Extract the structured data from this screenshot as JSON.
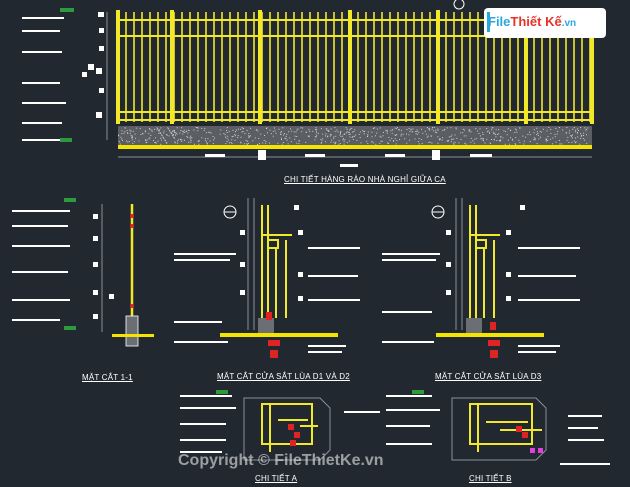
{
  "logo": {
    "file": "File",
    "thiet_ke": "Thiết Kế",
    "vn": ".vn"
  },
  "watermark": "Copyright © FileThietKe.vn",
  "titles": {
    "fence_detail": "CHI TIẾT HÀNG RÀO NHÀ NGHỈ GIỮA CA",
    "section_1_1": "MẶT CẮT 1-1",
    "section_d1_d2": "MẶT CẮT CỬA SẮT LÙA D1 VÀ D2",
    "section_d3": "MẶT CẮT CỬA SẮT LÙA D3",
    "detail_a": "CHI TIẾT A",
    "detail_b": "CHI TIẾT B"
  },
  "colors": {
    "background": "#212830",
    "fence_yellow": "#f2e82a",
    "ground_yellow": "#f5e400",
    "accent_red": "#e02424",
    "accent_magenta": "#e040e0",
    "line_white": "#ffffff",
    "line_green": "#2e9a3e",
    "line_gray": "#8a9096"
  }
}
